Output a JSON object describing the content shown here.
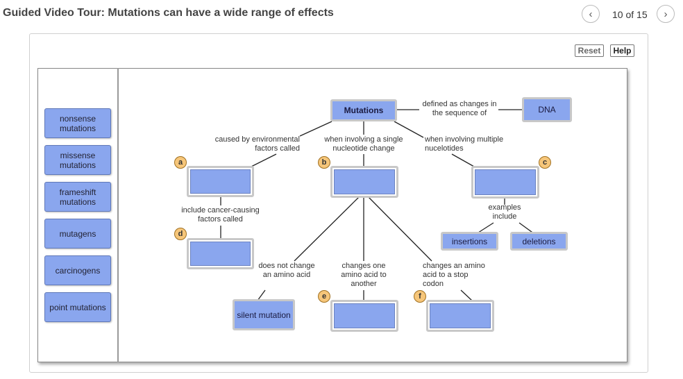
{
  "header": {
    "title": "Guided Video Tour: Mutations can have a wide range of effects",
    "page_count": "10 of 15",
    "prev_icon": "chevron-left-icon",
    "next_icon": "chevron-right-icon"
  },
  "toolbar": {
    "reset_label": "Reset",
    "help_label": "Help"
  },
  "label_bank": [
    "nonsense mutations",
    "missense mutations",
    "frameshift mutations",
    "mutagens",
    "carcinogens",
    "point mutations"
  ],
  "map": {
    "nodes": {
      "mutations": "Mutations",
      "dna": "DNA",
      "insertions": "insertions",
      "deletions": "deletions",
      "silent": "silent mutation"
    },
    "connectors": {
      "defined_as": "defined as changes in the sequence of",
      "caused_by": "caused by environmental factors called",
      "single_nucleotide": "when involving a single nucleotide change",
      "multiple_nucleotides": "when involving multiple nucelotides",
      "cancer_causing": "include cancer-causing factors called",
      "examples": "examples include",
      "no_change": "does not change an amino acid",
      "changes_one": "changes one amino acid to another",
      "stop_codon": "changes an amino acid to a stop codon"
    },
    "badges": {
      "a": "a",
      "b": "b",
      "c": "c",
      "d": "d",
      "e": "e",
      "f": "f"
    }
  }
}
